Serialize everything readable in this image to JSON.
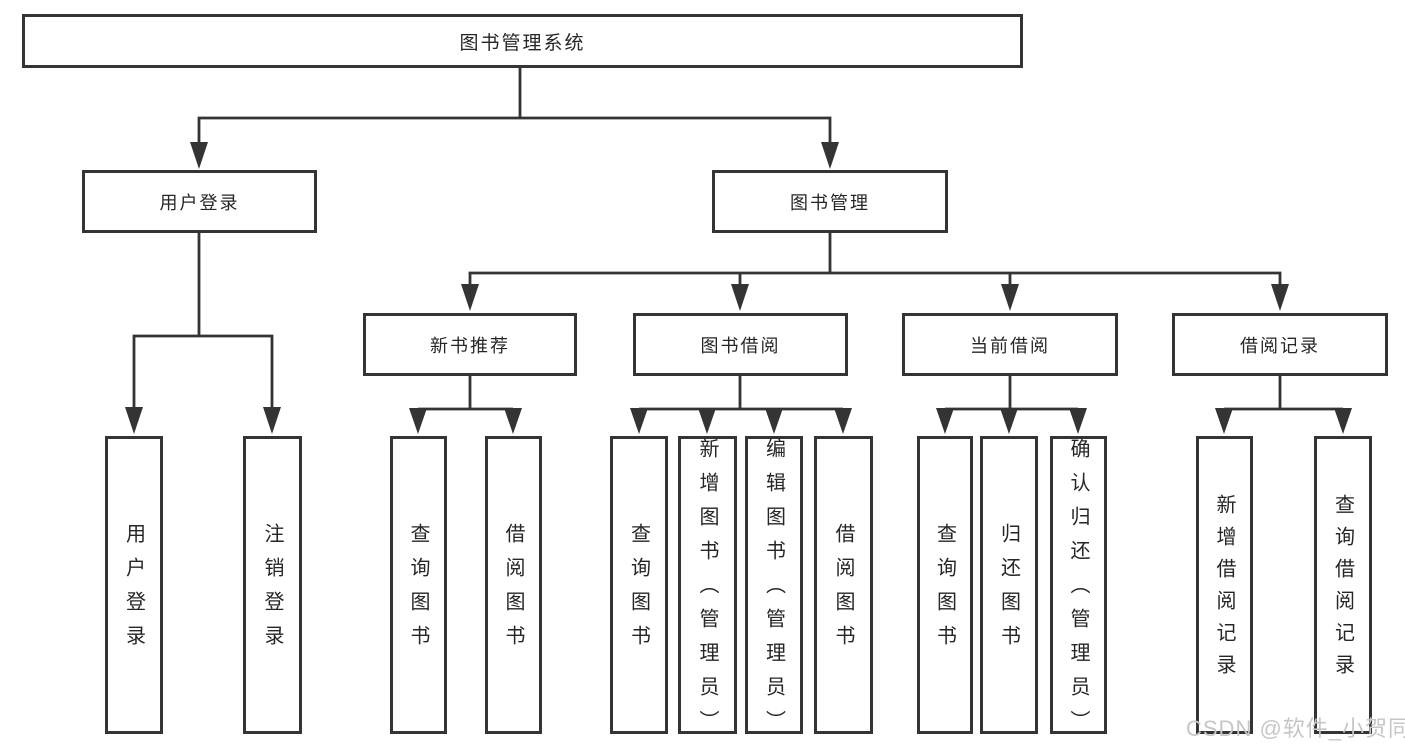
{
  "colors": {
    "background": "#ffffff",
    "line": "#343434",
    "text": "#262626",
    "watermark": "#c6c6c6"
  },
  "watermark": {
    "text": "CSDN @软件_小贺同学"
  },
  "tree": {
    "root": {
      "label": "图书管理系统"
    },
    "branches": [
      {
        "label": "用户登录",
        "children": [
          {
            "label": "用户登录"
          },
          {
            "label": "注销登录"
          }
        ]
      },
      {
        "label": "图书管理",
        "children": [
          {
            "label": "新书推荐",
            "children": [
              {
                "label": "查询图书"
              },
              {
                "label": "借阅图书"
              }
            ]
          },
          {
            "label": "图书借阅",
            "children": [
              {
                "label": "查询图书"
              },
              {
                "label": "新增图书（管理员）"
              },
              {
                "label": "编辑图书（管理员）"
              },
              {
                "label": "借阅图书"
              }
            ]
          },
          {
            "label": "当前借阅",
            "children": [
              {
                "label": "查询图书"
              },
              {
                "label": "归还图书"
              },
              {
                "label": "确认归还（管理员）"
              }
            ]
          },
          {
            "label": "借阅记录",
            "children": [
              {
                "label": "新增借阅记录"
              },
              {
                "label": "查询借阅记录"
              }
            ]
          }
        ]
      }
    ]
  }
}
